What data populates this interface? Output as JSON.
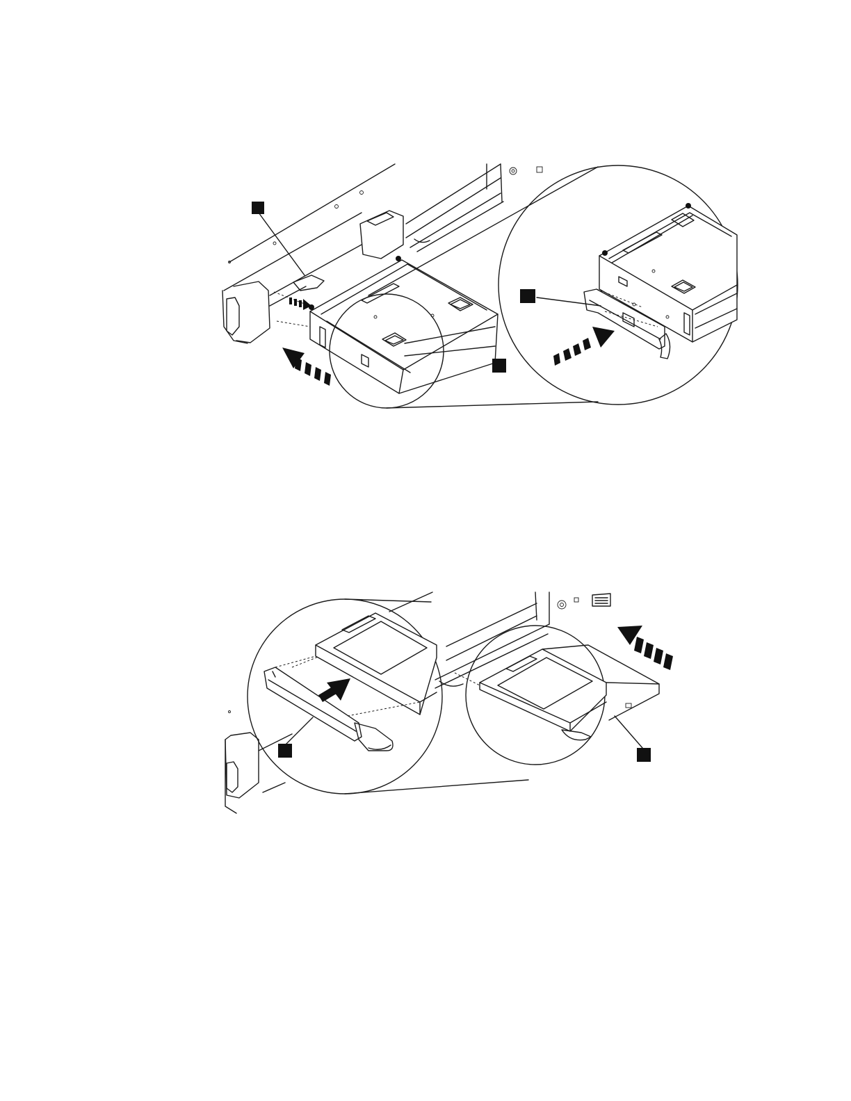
{
  "figures": [
    {
      "id": "top",
      "description_callouts": 3,
      "arrows": [
        "slide-left-dashed-arrow",
        "slide-up-right-dashed-arrow"
      ]
    },
    {
      "id": "bottom",
      "description_callouts": 2,
      "arrows": [
        "insert-solid-arrow",
        "slide-left-dashed-arrow"
      ]
    }
  ],
  "colors": {
    "ink": "#1a1a1a",
    "fill": "#111111",
    "paper": "#ffffff"
  }
}
